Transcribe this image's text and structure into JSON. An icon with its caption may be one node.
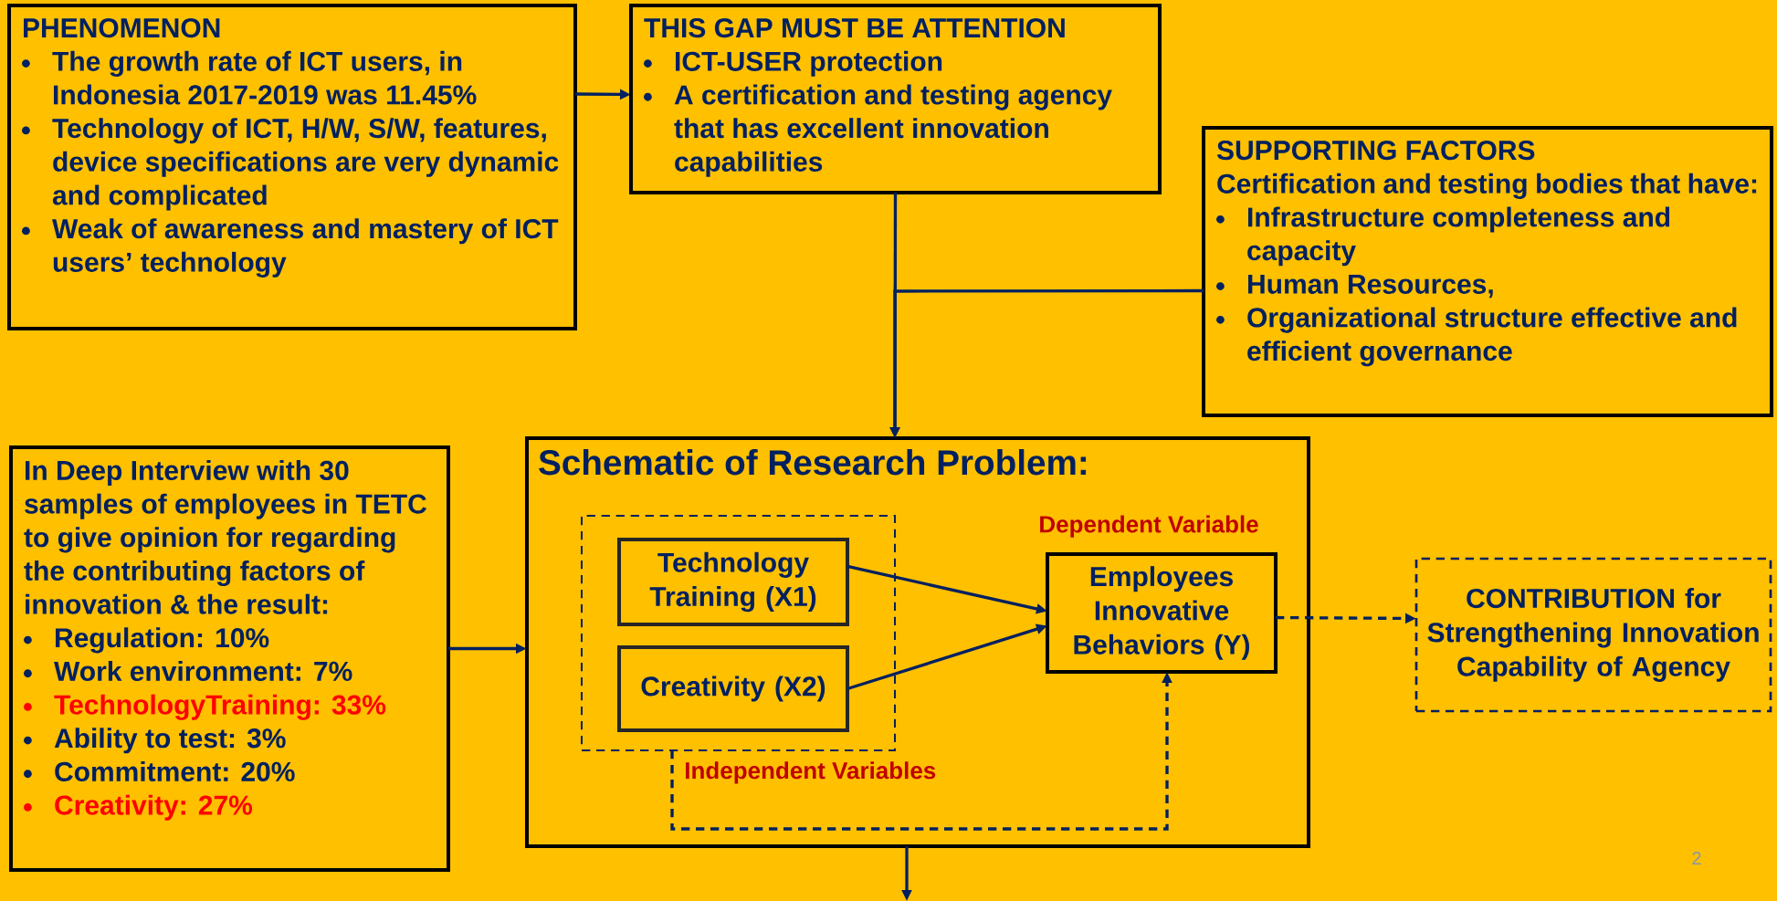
{
  "diagram": {
    "nodes": [
      {
        "text": [
          "PHENOMENON",
          "The growth rate of ICT users, in Indonesia 2017-2019 was 11.45%",
          "Technology of ICT, H/W, S/W, features, device specifications are very dynamic and complicated",
          "Weak of awareness and mastery of ICT users’ technology"
        ]
      },
      {
        "text": [
          "THIS GAP MUST BE ATTENTION",
          "ICT-USER protection",
          "A certification and testing agency that has excellent innovation capabilities"
        ]
      },
      {
        "text": [
          "SUPPORTING FACTORS",
          "Certification and testing bodies that have:",
          "Infrastructure completeness and capacity",
          "Human Resources,",
          "Organizational structure effective and efficient governance"
        ]
      },
      {
        "text": [
          "In Deep Interview with 30 samples of employees in TETC to give opinion for regarding the contributing factors of innovation & the result:",
          "Regulation: 10%",
          "Work environment: 7%",
          "TechnologyTraining: 33%",
          "Ability to test: 3%",
          "Commitment: 20%",
          "Creativity: 27%"
        ]
      },
      {
        "text": [
          "Schematic of Research Problem:"
        ]
      },
      {
        "text": [
          "Independent Variables"
        ],
        "in": 4
      },
      {
        "text": [
          "Technology Training (X1)"
        ],
        "in": 5
      },
      {
        "text": [
          "Creativity (X2)"
        ],
        "in": 5
      },
      {
        "text": [
          "Dependent Variable",
          "Employees Innovative Behaviors (Y)"
        ],
        "in": 4
      },
      {
        "text": [
          "CONTRIBUTION for Strengthening Innovation Capability of Agency"
        ]
      }
    ],
    "edges": [
      {
        "from": 0,
        "to": 1,
        "arrow": "to"
      },
      {
        "from": 1,
        "to": 4,
        "arrow": "to"
      },
      {
        "from": 2,
        "to": 4,
        "arrow": "to"
      },
      {
        "from": 3,
        "to": 4,
        "arrow": "to"
      },
      {
        "from": 6,
        "to": 8,
        "arrow": "to"
      },
      {
        "from": 7,
        "to": 8,
        "arrow": "to"
      },
      {
        "from": 8,
        "to": 9,
        "arrow": "to",
        "style": "dashed"
      },
      {
        "from": 5,
        "to": 8,
        "arrow": "to",
        "style": "dashed"
      },
      {
        "from": 4,
        "to": null,
        "arrow": "to"
      }
    ],
    "labels": [
      "2"
    ]
  }
}
